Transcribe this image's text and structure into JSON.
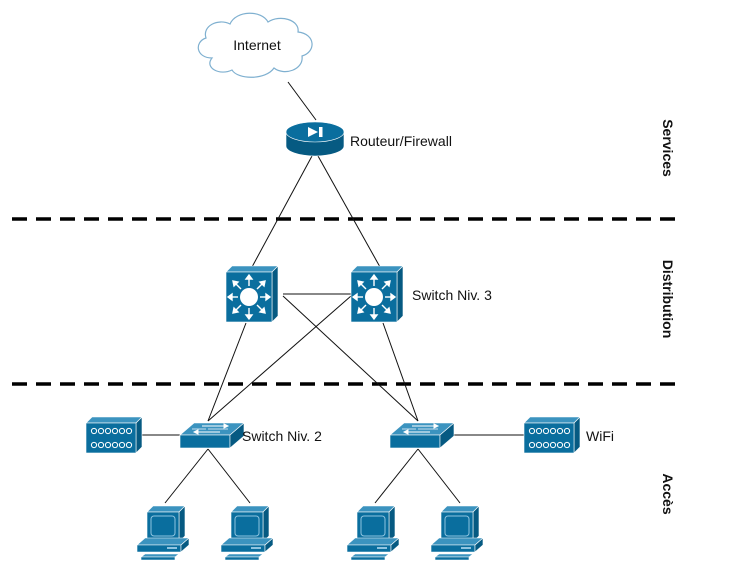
{
  "colors": {
    "device_front": "#0a6e9e",
    "device_top": "#3b93bf",
    "device_side": "#065a82",
    "device_outline": "#ffffff",
    "link": "#111111",
    "separator": "#000000",
    "cloud_stroke": "#7fb0d0"
  },
  "zones": [
    {
      "id": "services",
      "label": "Services"
    },
    {
      "id": "distribution",
      "label": "Distribution"
    },
    {
      "id": "acces",
      "label": "Accès"
    }
  ],
  "nodes": {
    "internet": {
      "label": "Internet",
      "type": "cloud-icon"
    },
    "router": {
      "label": "Routeur/Firewall",
      "type": "router-icon"
    },
    "l3_left": {
      "label": "",
      "type": "layer3-switch-icon"
    },
    "l3_right": {
      "label": "Switch Niv. 3",
      "type": "layer3-switch-icon"
    },
    "l2_left": {
      "label": "Switch Niv. 2",
      "type": "layer2-switch-icon"
    },
    "l2_right": {
      "label": "",
      "type": "layer2-switch-icon"
    },
    "ap_left": {
      "label": "",
      "type": "access-point-icon"
    },
    "ap_right": {
      "label": "WiFi",
      "type": "access-point-icon"
    },
    "pc1": {
      "label": "",
      "type": "workstation-icon"
    },
    "pc2": {
      "label": "",
      "type": "workstation-icon"
    },
    "pc3": {
      "label": "",
      "type": "workstation-icon"
    },
    "pc4": {
      "label": "",
      "type": "workstation-icon"
    }
  },
  "links": [
    [
      "internet",
      "router"
    ],
    [
      "router",
      "l3_left"
    ],
    [
      "router",
      "l3_right"
    ],
    [
      "l3_left",
      "l3_right"
    ],
    [
      "l3_left",
      "l2_left"
    ],
    [
      "l3_left",
      "l2_right"
    ],
    [
      "l3_right",
      "l2_left"
    ],
    [
      "l3_right",
      "l2_right"
    ],
    [
      "ap_left",
      "l2_left"
    ],
    [
      "l2_right",
      "ap_right"
    ],
    [
      "l2_left",
      "pc1"
    ],
    [
      "l2_left",
      "pc2"
    ],
    [
      "l2_right",
      "pc3"
    ],
    [
      "l2_right",
      "pc4"
    ]
  ]
}
